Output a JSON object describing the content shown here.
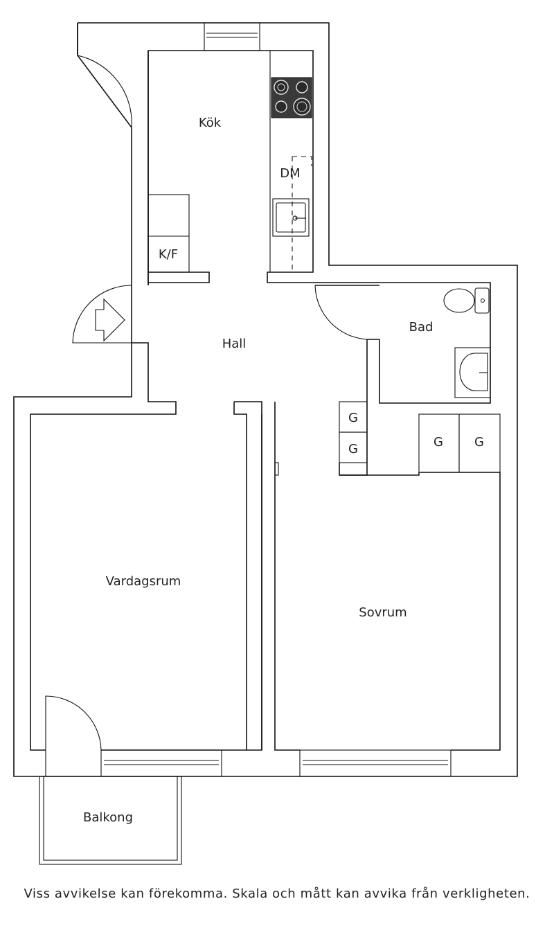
{
  "rooms": {
    "kitchen": "Kök",
    "dishwasher": "DM",
    "fridge_freezer": "K/F",
    "hall": "Hall",
    "bathroom": "Bad",
    "living_room": "Vardagsrum",
    "bedroom": "Sovrum",
    "balcony": "Balkong",
    "wardrobe": "G"
  },
  "disclaimer": "Viss avvikelse kan förekomma. Skala och mått kan avvika från verkligheten."
}
